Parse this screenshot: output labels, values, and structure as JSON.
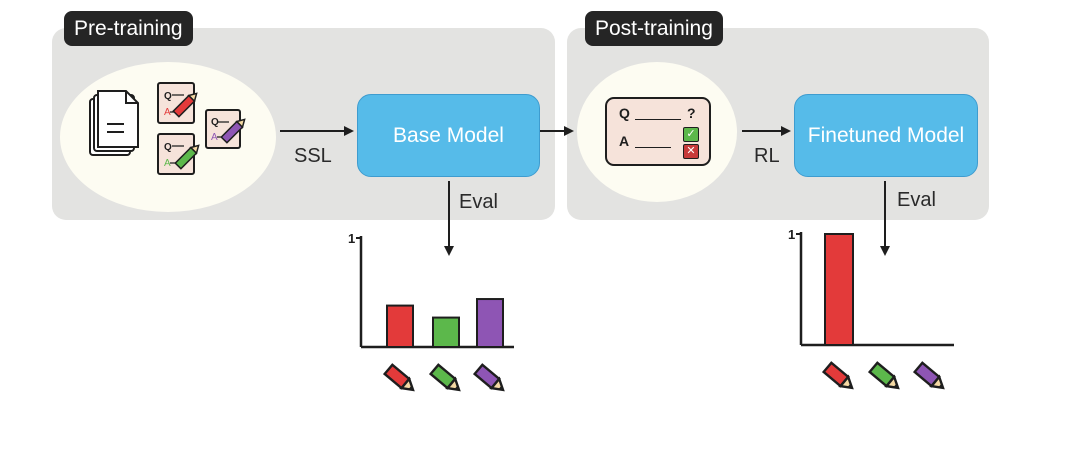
{
  "pretraining": {
    "tag": "Pre-training",
    "ssl_label": "SSL",
    "model_label": "Base Model",
    "eval_label": "Eval"
  },
  "posttraining": {
    "tag": "Post-training",
    "rl_label": "RL",
    "model_label": "Finetuned Model",
    "eval_label": "Eval",
    "qa_card": {
      "q": "Q",
      "q_end": "?",
      "a": "A"
    }
  },
  "icons": {
    "pretrain_doc_stack": "document-stack-icon",
    "pretrain_qa_docs": [
      "qa-doc-red-pencil-icon",
      "qa-doc-purple-pencil-icon",
      "qa-doc-green-pencil-icon"
    ],
    "qa_correct": "check-icon",
    "qa_wrong": "cross-icon",
    "pencil": "pencil-icon"
  },
  "colors": {
    "panel": "#e3e3e1",
    "model_blue": "#56bbe9",
    "red": "#e33a3a",
    "green": "#5cb84b",
    "purple": "#8e55b4"
  },
  "chart_data": [
    {
      "type": "bar",
      "categories": [
        "red pencil",
        "green pencil",
        "purple pencil"
      ],
      "values": [
        0.38,
        0.27,
        0.44
      ],
      "ylim": [
        0,
        1
      ],
      "ytick_label": "1",
      "colors": [
        "#e33a3a",
        "#5cb84b",
        "#8e55b4"
      ]
    },
    {
      "type": "bar",
      "categories": [
        "red pencil",
        "green pencil",
        "purple pencil"
      ],
      "values": [
        1.0,
        0,
        0
      ],
      "ylim": [
        0,
        1
      ],
      "ytick_label": "1",
      "colors": [
        "#e33a3a",
        "#5cb84b",
        "#8e55b4"
      ]
    }
  ]
}
